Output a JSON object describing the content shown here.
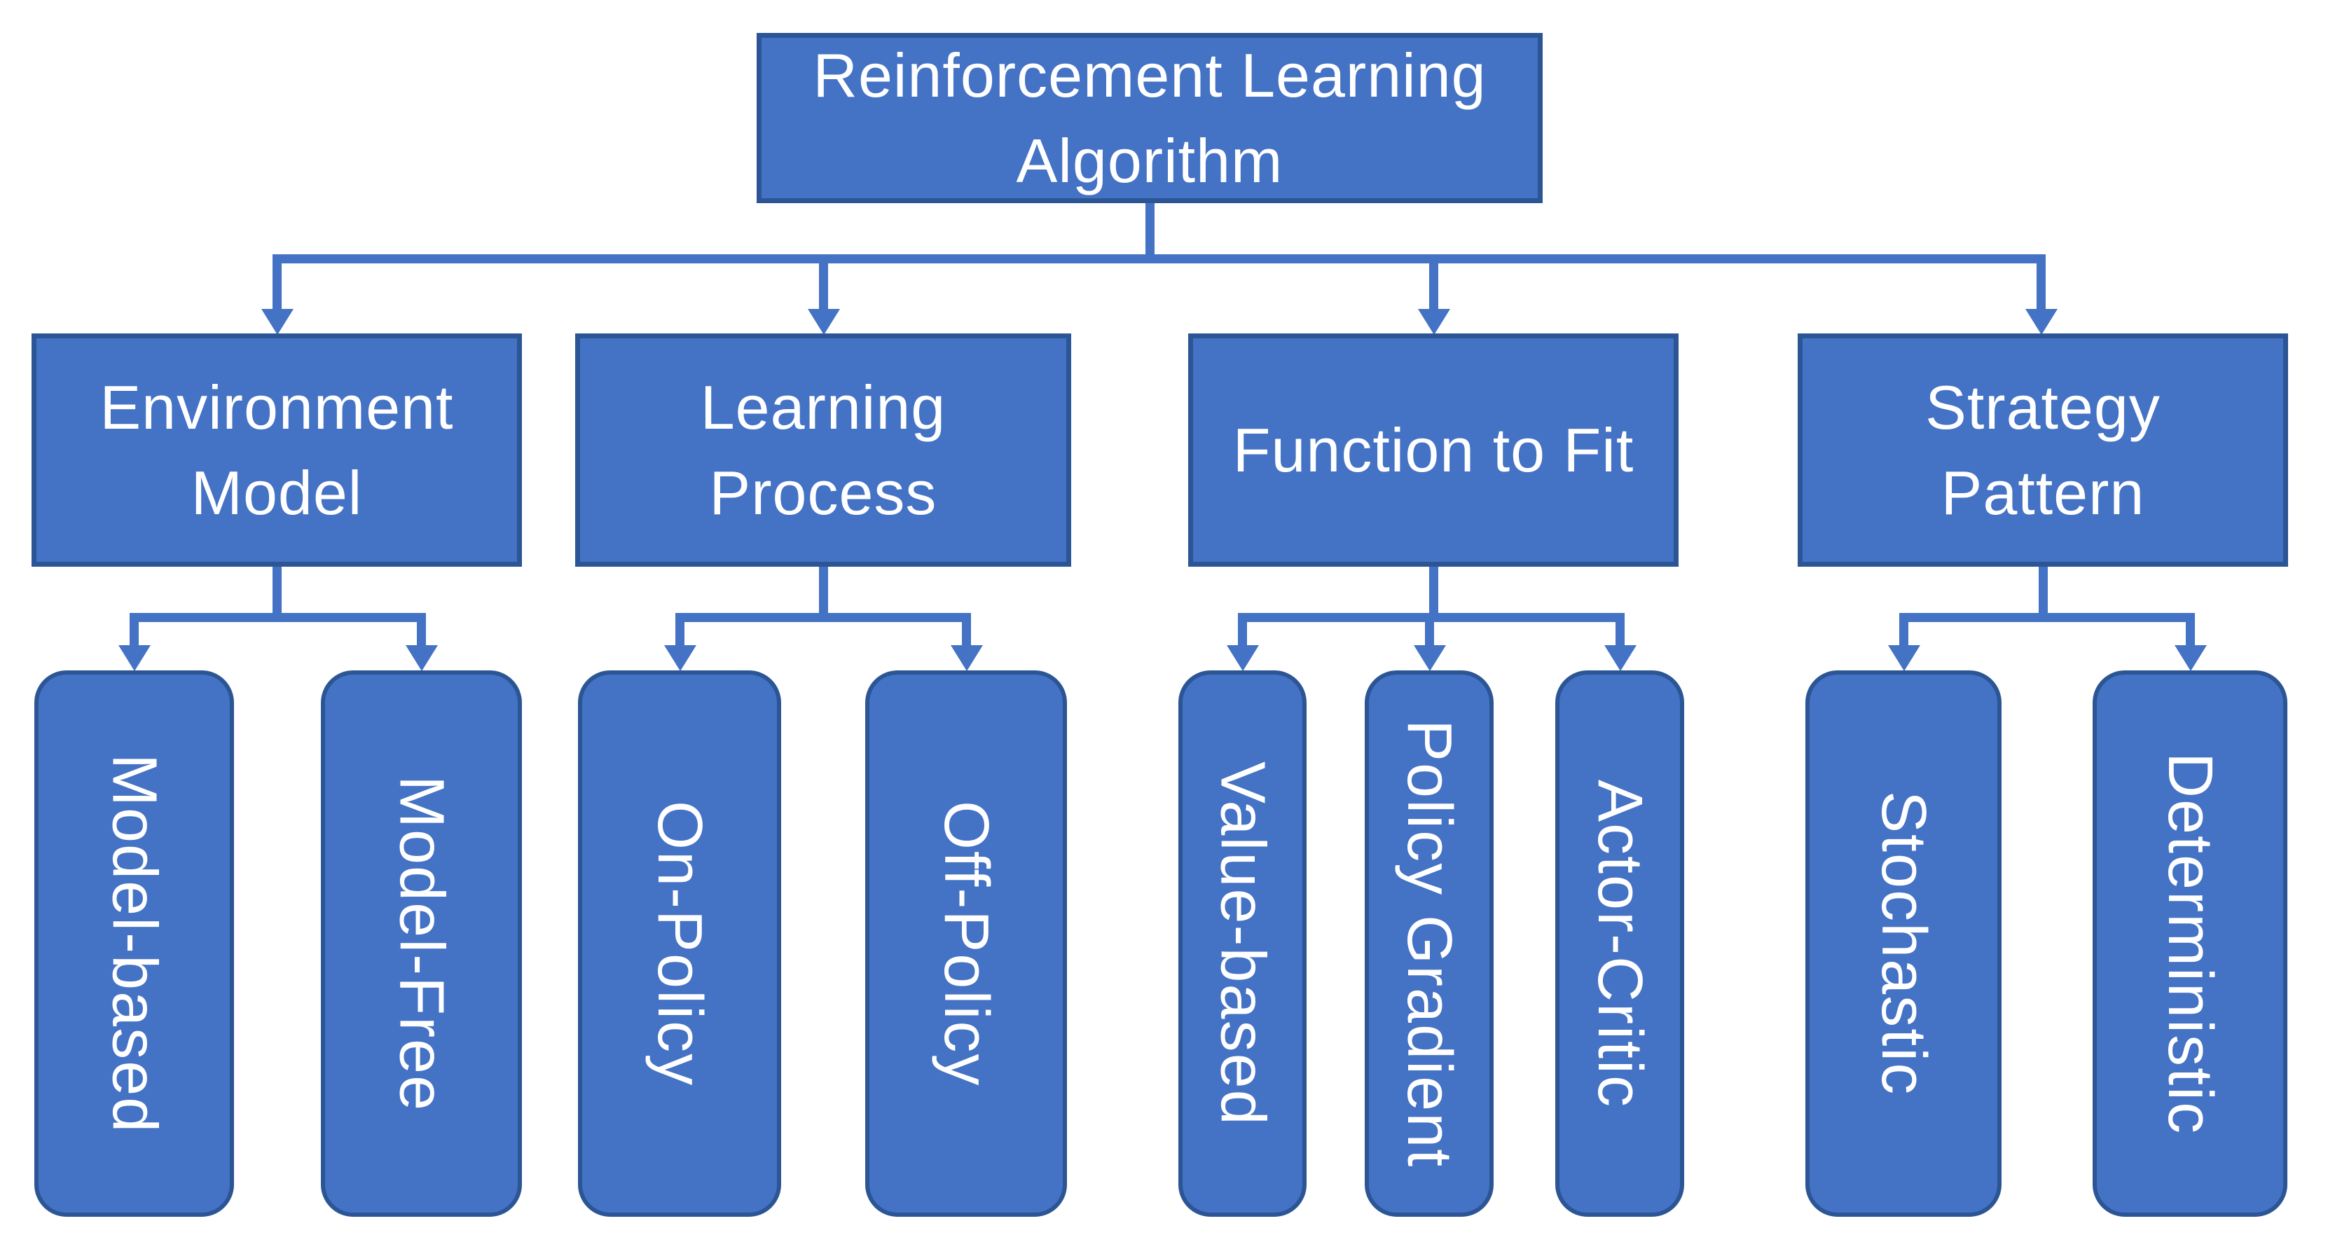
{
  "diagram": {
    "root": {
      "label": "Reinforcement Learning Algorithm"
    },
    "branches": [
      {
        "label": "Environment Model",
        "children": [
          "Model-based",
          "Model-Free"
        ]
      },
      {
        "label": "Learning Process",
        "children": [
          "On-Policy",
          "Off-Policy"
        ]
      },
      {
        "label": "Function to Fit",
        "children": [
          "Value-based",
          "Policy Gradient",
          "Actor-Critic"
        ]
      },
      {
        "label": "Strategy Pattern",
        "children": [
          "Stochastic",
          "Deterministic"
        ]
      }
    ]
  },
  "colors": {
    "node_fill": "#4472C4",
    "node_border": "#2B5594",
    "connector": "#4472C4",
    "text": "#FFFFFF",
    "background": "#FFFFFF"
  }
}
